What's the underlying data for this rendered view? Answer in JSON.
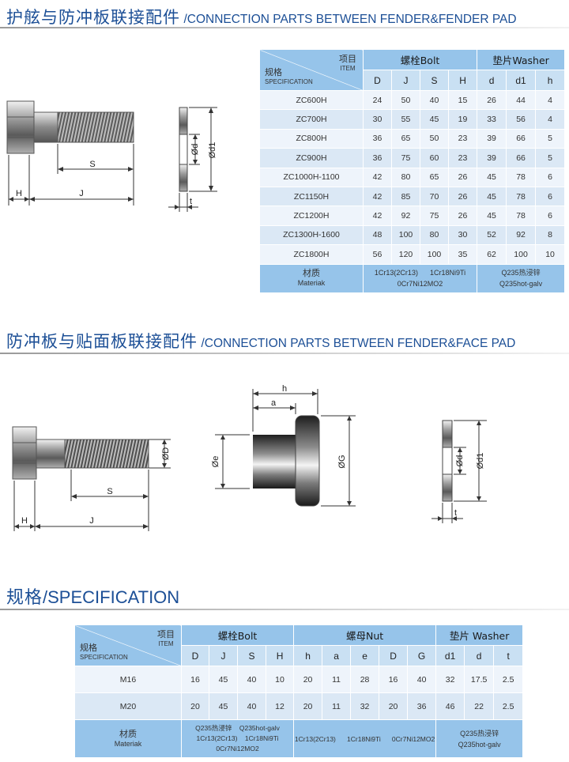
{
  "section1": {
    "title_cn": "护舷与防冲板联接配件",
    "title_en": "/CONNECTION PARTS BETWEEN FENDER&FENDER PAD",
    "diagram_labels": {
      "S": "S",
      "H": "H",
      "J": "J",
      "d1": "Ød1",
      "d": "Ød",
      "t": "t"
    },
    "table": {
      "item_cn": "项目",
      "item_en": "ITEM",
      "spec_cn": "规格",
      "spec_en": "SPECIFICATION",
      "bolt_group": "螺栓Bolt",
      "washer_group": "垫片Washer",
      "bolt_cols": [
        "D",
        "J",
        "S",
        "H"
      ],
      "washer_cols": [
        "d",
        "d1",
        "h"
      ],
      "rows": [
        {
          "spec": "ZC600H",
          "vals": [
            "24",
            "50",
            "40",
            "15",
            "26",
            "44",
            "4"
          ]
        },
        {
          "spec": "ZC700H",
          "vals": [
            "30",
            "55",
            "45",
            "19",
            "33",
            "56",
            "4"
          ]
        },
        {
          "spec": "ZC800H",
          "vals": [
            "36",
            "65",
            "50",
            "23",
            "39",
            "66",
            "5"
          ]
        },
        {
          "spec": "ZC900H",
          "vals": [
            "36",
            "75",
            "60",
            "23",
            "39",
            "66",
            "5"
          ]
        },
        {
          "spec": "ZC1000H-1100",
          "vals": [
            "42",
            "80",
            "65",
            "26",
            "45",
            "78",
            "6"
          ]
        },
        {
          "spec": "ZC1150H",
          "vals": [
            "42",
            "85",
            "70",
            "26",
            "45",
            "78",
            "6"
          ]
        },
        {
          "spec": "ZC1200H",
          "vals": [
            "42",
            "92",
            "75",
            "26",
            "45",
            "78",
            "6"
          ]
        },
        {
          "spec": "ZC1300H-1600",
          "vals": [
            "48",
            "100",
            "80",
            "30",
            "52",
            "92",
            "8"
          ]
        },
        {
          "spec": "ZC1800H",
          "vals": [
            "56",
            "120",
            "100",
            "35",
            "62",
            "100",
            "10"
          ]
        }
      ],
      "material_cn": "材质",
      "material_en": "Materiak",
      "bolt_material_line1": "1Cr13(2Cr13)      1Cr18Ni9Ti",
      "bolt_material_line2": "0Cr7Ni12MO2",
      "washer_material_line1": "Q235热浸锌",
      "washer_material_line2": "Q235hot-galv"
    }
  },
  "section2": {
    "title_cn": "防冲板与贴面板联接配件",
    "title_en": "/CONNECTION PARTS BETWEEN FENDER&FACE PAD",
    "diagram_labels": {
      "S": "S",
      "H": "H",
      "J": "J",
      "D": "ØD",
      "h": "h",
      "a": "a",
      "e": "Øe",
      "G": "ØG",
      "d1": "Ød1",
      "d": "Ød",
      "t": "t"
    }
  },
  "section3": {
    "title_cn": "规格",
    "title_en": "/SPECIFICATION",
    "table": {
      "item_cn": "项目",
      "item_en": "ITEM",
      "spec_cn": "规格",
      "spec_en": "SPECIFICATION",
      "bolt_group": "螺栓Bolt",
      "nut_group": "螺母Nut",
      "washer_group": "垫片 Washer",
      "bolt_cols": [
        "D",
        "J",
        "S",
        "H"
      ],
      "nut_cols": [
        "h",
        "a",
        "e",
        "D",
        "G"
      ],
      "washer_cols": [
        "d1",
        "d",
        "t"
      ],
      "rows": [
        {
          "spec": "M16",
          "vals": [
            "16",
            "45",
            "40",
            "10",
            "20",
            "11",
            "28",
            "16",
            "40",
            "32",
            "17.5",
            "2.5"
          ]
        },
        {
          "spec": "M20",
          "vals": [
            "20",
            "45",
            "40",
            "12",
            "20",
            "11",
            "32",
            "20",
            "36",
            "46",
            "22",
            "2.5"
          ]
        }
      ],
      "material_cn": "材质",
      "material_en": "Materiak",
      "bolt_material_line1": "Q235热浸锌    Q235hot-galv",
      "bolt_material_line2": "1Cr13(2Cr13)    1Cr18Ni9Ti",
      "bolt_material_line3": "0Cr7Ni12MO2",
      "nut_material": "1Cr13(2Cr13)      1Cr18Ni9Ti      0Cr7Ni12MO2",
      "washer_material_line1": "Q235热浸锌",
      "washer_material_line2": "Q235hot-galv"
    }
  }
}
